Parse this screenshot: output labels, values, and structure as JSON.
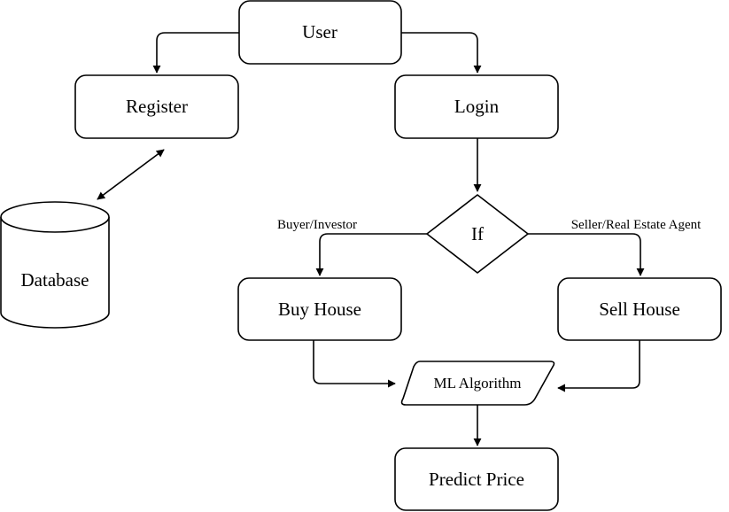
{
  "nodes": {
    "user": "User",
    "register": "Register",
    "login": "Login",
    "database": "Database",
    "decision": "If",
    "buy_house": "Buy House",
    "sell_house": "Sell House",
    "ml_algorithm": "ML Algorithm",
    "predict_price": "Predict Price"
  },
  "edge_labels": {
    "buyer": "Buyer/Investor",
    "seller": "Seller/Real Estate Agent"
  },
  "colors": {
    "stroke": "#000000",
    "fill": "#ffffff"
  }
}
